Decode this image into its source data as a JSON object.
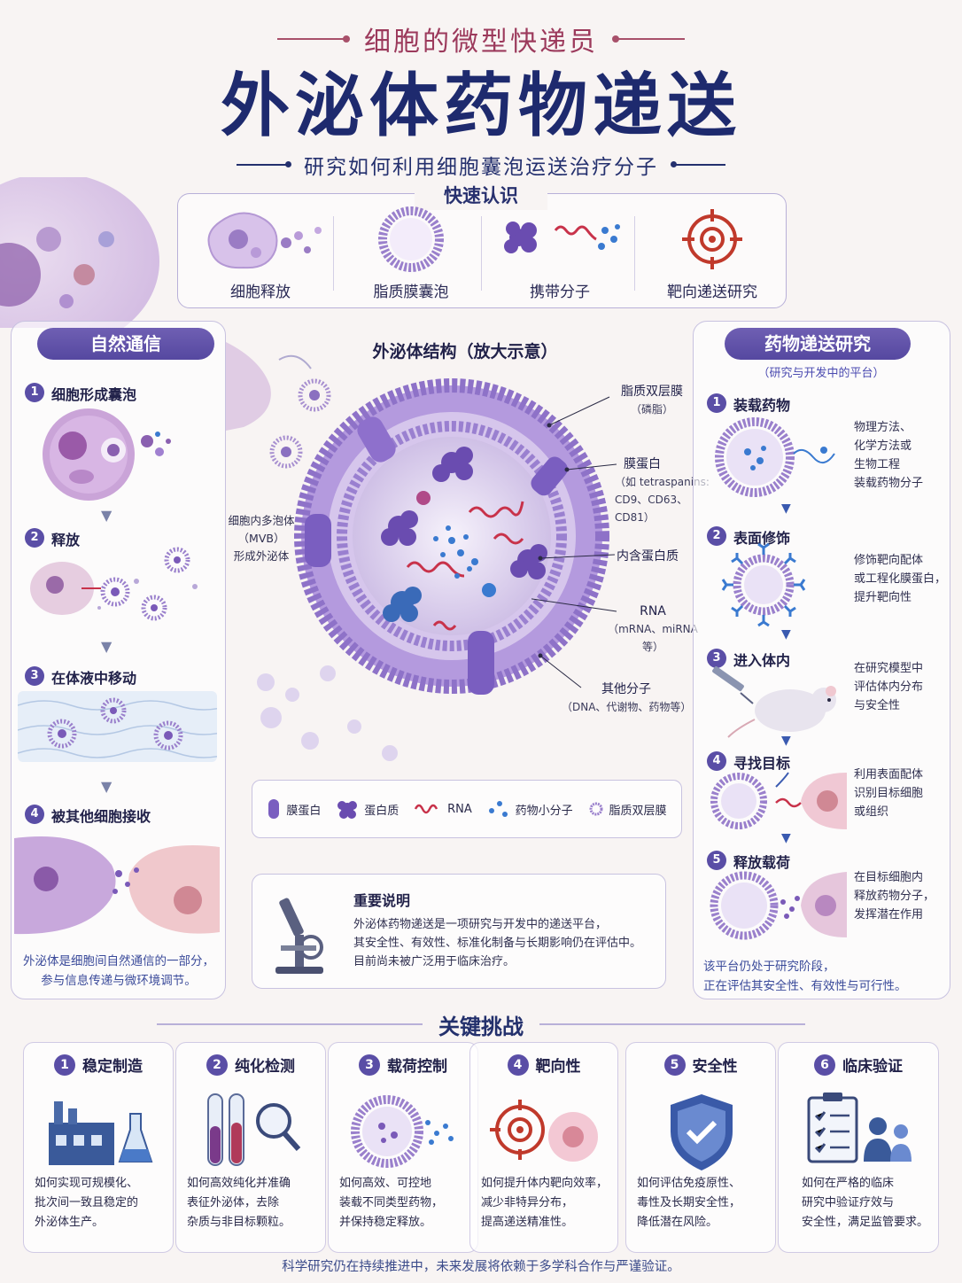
{
  "header": {
    "kicker": "细胞的微型快递员",
    "title": "外泌体药物递送",
    "subtitle": "研究如何利用细胞囊泡运送治疗分子"
  },
  "quick": {
    "title": "快速认识",
    "items": [
      {
        "label": "细胞释放"
      },
      {
        "label": "脂质膜囊泡"
      },
      {
        "label": "携带分子"
      },
      {
        "label": "靶向递送研究"
      }
    ]
  },
  "natural": {
    "title": "自然通信",
    "steps": [
      {
        "num": "1",
        "label": "细胞形成囊泡"
      },
      {
        "num": "2",
        "label": "释放"
      },
      {
        "num": "3",
        "label": "在体液中移动"
      },
      {
        "num": "4",
        "label": "被其他细胞接收"
      }
    ],
    "note_line1": "外泌体是细胞间自然通信的一部分，",
    "note_line2": "参与信息传递与微环境调节。"
  },
  "structure": {
    "title": "外泌体结构（放大示意）",
    "mvb_line1": "细胞内多泡体",
    "mvb_line2": "（MVB）",
    "mvb_line3": "形成外泌体",
    "labels": {
      "lipid": "脂质双层膜",
      "lipid_sub": "（磷脂）",
      "membrane_protein": "膜蛋白",
      "membrane_protein_sub1": "（如 tetraspanins:",
      "membrane_protein_sub2": "CD9、CD63、CD81）",
      "protein": "内含蛋白质",
      "rna": "RNA",
      "rna_sub": "（mRNA、miRNA 等）",
      "other": "其他分子",
      "other_sub": "（DNA、代谢物、药物等）"
    }
  },
  "legend": {
    "items": [
      {
        "label": "膜蛋白"
      },
      {
        "label": "蛋白质"
      },
      {
        "label": "RNA"
      },
      {
        "label": "药物小分子"
      },
      {
        "label": "脂质双层膜"
      }
    ]
  },
  "notice": {
    "title": "重要说明",
    "line1": "外泌体药物递送是一项研究与开发中的递送平台，",
    "line2": "其安全性、有效性、标准化制备与长期影响仍在评估中。",
    "line3": "目前尚未被广泛用于临床治疗。"
  },
  "research": {
    "title": "药物递送研究",
    "subtitle": "（研究与开发中的平台）",
    "steps": [
      {
        "num": "1",
        "label": "装载药物",
        "d1": "物理方法、",
        "d2": "化学方法或",
        "d3": "生物工程",
        "d4": "装载药物分子"
      },
      {
        "num": "2",
        "label": "表面修饰",
        "d1": "修饰靶向配体",
        "d2": "或工程化膜蛋白，",
        "d3": "提升靶向性",
        "d4": ""
      },
      {
        "num": "3",
        "label": "进入体内",
        "d1": "在研究模型中",
        "d2": "评估体内分布",
        "d3": "与安全性",
        "d4": ""
      },
      {
        "num": "4",
        "label": "寻找目标",
        "d1": "利用表面配体",
        "d2": "识别目标细胞",
        "d3": "或组织",
        "d4": ""
      },
      {
        "num": "5",
        "label": "释放载荷",
        "d1": "在目标细胞内",
        "d2": "释放药物分子，",
        "d3": "发挥潜在作用",
        "d4": ""
      }
    ],
    "note_line1": "该平台仍处于研究阶段，",
    "note_line2": "正在评估其安全性、有效性与可行性。"
  },
  "challenges": {
    "title": "关键挑战",
    "items": [
      {
        "num": "1",
        "title": "稳定制造",
        "d1": "如何实现可规模化、",
        "d2": "批次间一致且稳定的",
        "d3": "外泌体生产。"
      },
      {
        "num": "2",
        "title": "纯化检测",
        "d1": "如何高效纯化并准确",
        "d2": "表征外泌体，去除",
        "d3": "杂质与非目标颗粒。"
      },
      {
        "num": "3",
        "title": "载荷控制",
        "d1": "如何高效、可控地",
        "d2": "装载不同类型药物，",
        "d3": "并保持稳定释放。"
      },
      {
        "num": "4",
        "title": "靶向性",
        "d1": "如何提升体内靶向效率，",
        "d2": "减少非特异分布，",
        "d3": "提高递送精准性。"
      },
      {
        "num": "5",
        "title": "安全性",
        "d1": "如何评估免疫原性、",
        "d2": "毒性及长期安全性，",
        "d3": "降低潜在风险。"
      },
      {
        "num": "6",
        "title": "临床验证",
        "d1": "如何在严格的临床",
        "d2": "研究中验证疗效与",
        "d3": "安全性，满足监管要求。"
      }
    ]
  },
  "footer": "科学研究仍在持续推进中，未来发展将依赖于多学科合作与严谨验证。",
  "colors": {
    "navy": "#1e2a6e",
    "purple": "#5a4ea6",
    "lavender": "#a98fd8",
    "rose": "#9c3a5c",
    "rna_red": "#c8324a",
    "drug_blue": "#3a7ad0"
  }
}
